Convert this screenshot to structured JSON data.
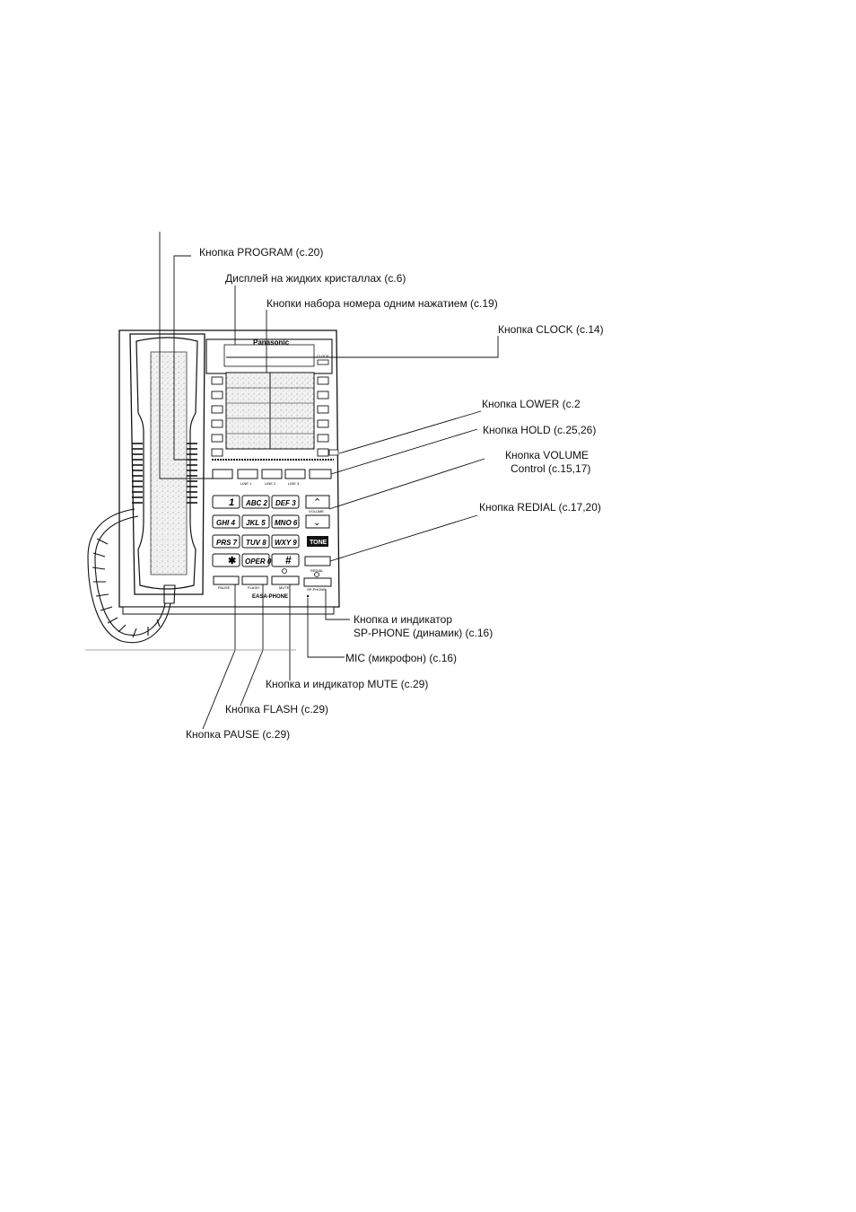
{
  "diagram": {
    "brand": "Panasonic",
    "clock_key_text": "CLOCK",
    "key_rows": [
      [
        "1",
        "ABC 2",
        "DEF 3"
      ],
      [
        "GHI 4",
        "JKL 5",
        "MNO 6"
      ],
      [
        "PRS 7",
        "TUV 8",
        "WXY 9"
      ],
      [
        "✱",
        "OPER 0",
        "#"
      ]
    ],
    "line_buttons": [
      "LINE 1",
      "LINE 2",
      "LINE 3"
    ],
    "bottom_buttons": [
      "PAUSE",
      "FLASH",
      "MUTE",
      "SP-PHONE"
    ],
    "easa_phone": "EASA-PHONE",
    "volume_text": "VOLUME",
    "tone_text": "TONE",
    "redial_text": "REDIAL",
    "labels": {
      "program": "Кнопка PROGRAM (с.20)",
      "lcd": "Дисплей на жидких кристаллах (с.6)",
      "speed_dial": "Кнопки набора номера одним нажатием (с.19)",
      "clock": "Кнопка CLOCK (с.14)",
      "lower": "Кнопка LOWER     (с.2",
      "hold": "Кнопка HOLD   (с.25,26)",
      "volume_1": "Кнопка       VOLUME",
      "volume_2": "Control       (с.15,17)",
      "redial": "Кнопка REDIAL (с.17,20)",
      "spphone_1": "Кнопка и индикатор",
      "spphone_2": "SP-PHONE (динамик) (с.16)",
      "mic": "MIC (микрофон) (с.16)",
      "mute": "Кнопка и индикатор  MUTE (с.29)",
      "flash": "Кнопка FLASH (с.29)",
      "pause": "Кнопка PAUSE (с.29)"
    }
  }
}
